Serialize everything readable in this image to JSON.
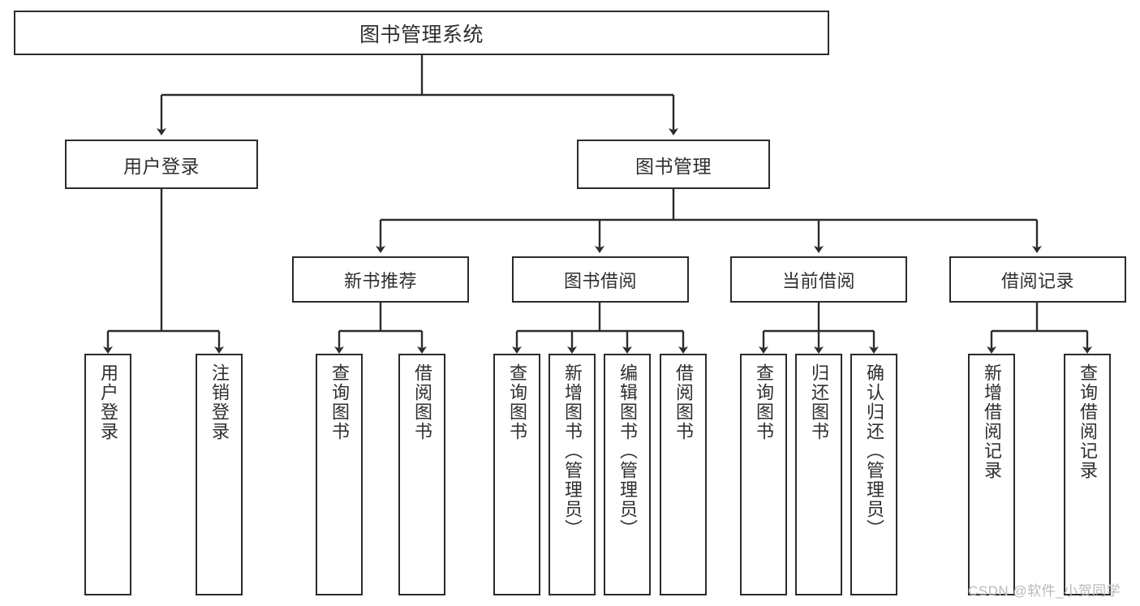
{
  "diagram": {
    "type": "tree-hierarchy-chart",
    "title_text": "图书管理系统",
    "stroke_color": "#2b2b2b",
    "text_color": "#2f2f2f",
    "background_color": "#ffffff",
    "watermark": "CSDN @软件_小贺同学"
  },
  "nodes": {
    "root": {
      "label": "图书管理系统"
    },
    "level1": [
      {
        "label": "用户登录"
      },
      {
        "label": "图书管理"
      }
    ],
    "level2": [
      {
        "label": "新书推荐"
      },
      {
        "label": "图书借阅"
      },
      {
        "label": "当前借阅"
      },
      {
        "label": "借阅记录"
      }
    ],
    "leaves": {
      "user_login": [
        {
          "label": "用户登录"
        },
        {
          "label": "注销登录"
        }
      ],
      "new_book_recommend": [
        {
          "label": "查询图书"
        },
        {
          "label": "借阅图书"
        }
      ],
      "book_borrow": [
        {
          "label": "查询图书"
        },
        {
          "label": "新增图书（管理员）"
        },
        {
          "label": "编辑图书（管理员）"
        },
        {
          "label": "借阅图书"
        }
      ],
      "current_borrow": [
        {
          "label": "查询图书"
        },
        {
          "label": "归还图书"
        },
        {
          "label": "确认归还（管理员）"
        }
      ],
      "borrow_record": [
        {
          "label": "新增借阅记录"
        },
        {
          "label": "查询借阅记录"
        }
      ]
    }
  }
}
